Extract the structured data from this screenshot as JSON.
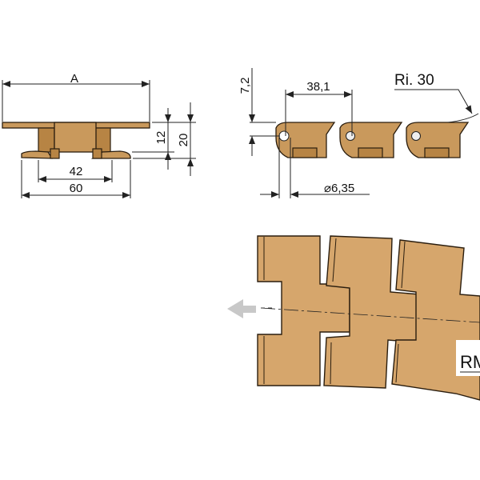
{
  "front_view": {
    "dim_width": "A",
    "dim_inner": "42",
    "dim_outer": "60",
    "dim_height_plate": "12",
    "dim_height_total": "20"
  },
  "side_view": {
    "dim_offset": "7,2",
    "dim_pitch": "38,1",
    "dim_radius": "Ri. 30",
    "dim_pin": "⌀6,35"
  },
  "top_view": {
    "label_cut": "RM",
    "direction": "left"
  },
  "colors": {
    "plastic": "#d6a66c",
    "arrow": "#c8c8c8"
  }
}
